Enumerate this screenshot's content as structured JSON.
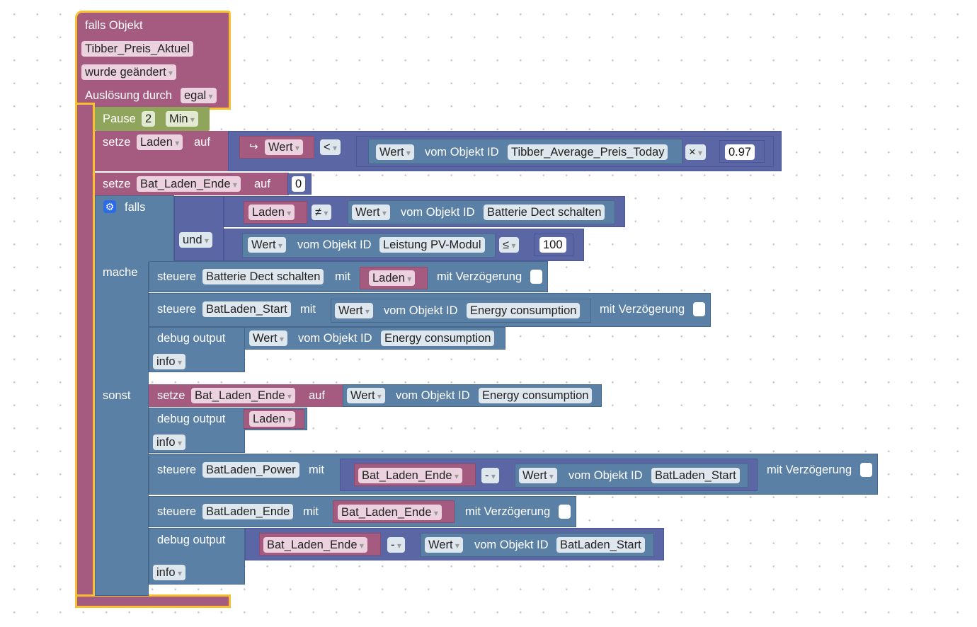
{
  "trigger": {
    "label": "falls Objekt",
    "object": "Tibber_Preis_Aktuel",
    "condition": "wurde geändert",
    "trigger_label": "Auslösung durch",
    "trigger_value": "egal"
  },
  "pause": {
    "label": "Pause",
    "value": "2",
    "unit": "Min"
  },
  "set1": {
    "setze": "setze",
    "variable": "Laden",
    "auf": "auf",
    "arrow_icon": "↪",
    "wert": "Wert",
    "op": "<",
    "wert2": "Wert",
    "vom": "vom Objekt ID",
    "object": "Tibber_Average_Preis_Today",
    "mult": "×",
    "number": "0.97"
  },
  "set2": {
    "setze": "setze",
    "variable": "Bat_Laden_Ende",
    "auf": "auf",
    "value": "0"
  },
  "if": {
    "falls": "falls",
    "und": "und",
    "mache": "mache",
    "sonst": "sonst",
    "cond1": {
      "var": "Laden",
      "op": "≠",
      "wert": "Wert",
      "vom": "vom Objekt ID",
      "object": "Batterie Dect schalten"
    },
    "cond2": {
      "wert": "Wert",
      "vom": "vom Objekt ID",
      "object": "Leistung PV-Modul",
      "op": "≤",
      "number": "100"
    }
  },
  "then": {
    "s1": {
      "label": "steuere",
      "object": "Batterie Dect schalten",
      "mit": "mit",
      "var": "Laden",
      "delay": "mit Verzögerung"
    },
    "s2": {
      "label": "steuere",
      "object": "BatLaden_Start",
      "mit": "mit",
      "wert": "Wert",
      "vom": "vom Objekt ID",
      "source": "Energy consumption",
      "delay": "mit Verzögerung"
    },
    "d1": {
      "label": "debug output",
      "wert": "Wert",
      "vom": "vom Objekt ID",
      "object": "Energy consumption",
      "level": "info"
    }
  },
  "else": {
    "set": {
      "setze": "setze",
      "variable": "Bat_Laden_Ende",
      "auf": "auf",
      "wert": "Wert",
      "vom": "vom Objekt ID",
      "object": "Energy consumption"
    },
    "d1": {
      "label": "debug output",
      "var": "Laden",
      "level": "info"
    },
    "s1": {
      "label": "steuere",
      "object": "BatLaden_Power",
      "mit": "mit",
      "var": "Bat_Laden_Ende",
      "op": "-",
      "wert": "Wert",
      "vom": "vom Objekt ID",
      "source": "BatLaden_Start",
      "delay": "mit Verzögerung"
    },
    "s2": {
      "label": "steuere",
      "object": "BatLaden_Ende",
      "mit": "mit",
      "var": "Bat_Laden_Ende",
      "delay": "mit Verzögerung"
    },
    "d2": {
      "label": "debug output",
      "var": "Bat_Laden_Ende",
      "op": "-",
      "wert": "Wert",
      "vom": "vom Objekt ID",
      "object": "BatLaden_Start",
      "level": "info"
    }
  }
}
